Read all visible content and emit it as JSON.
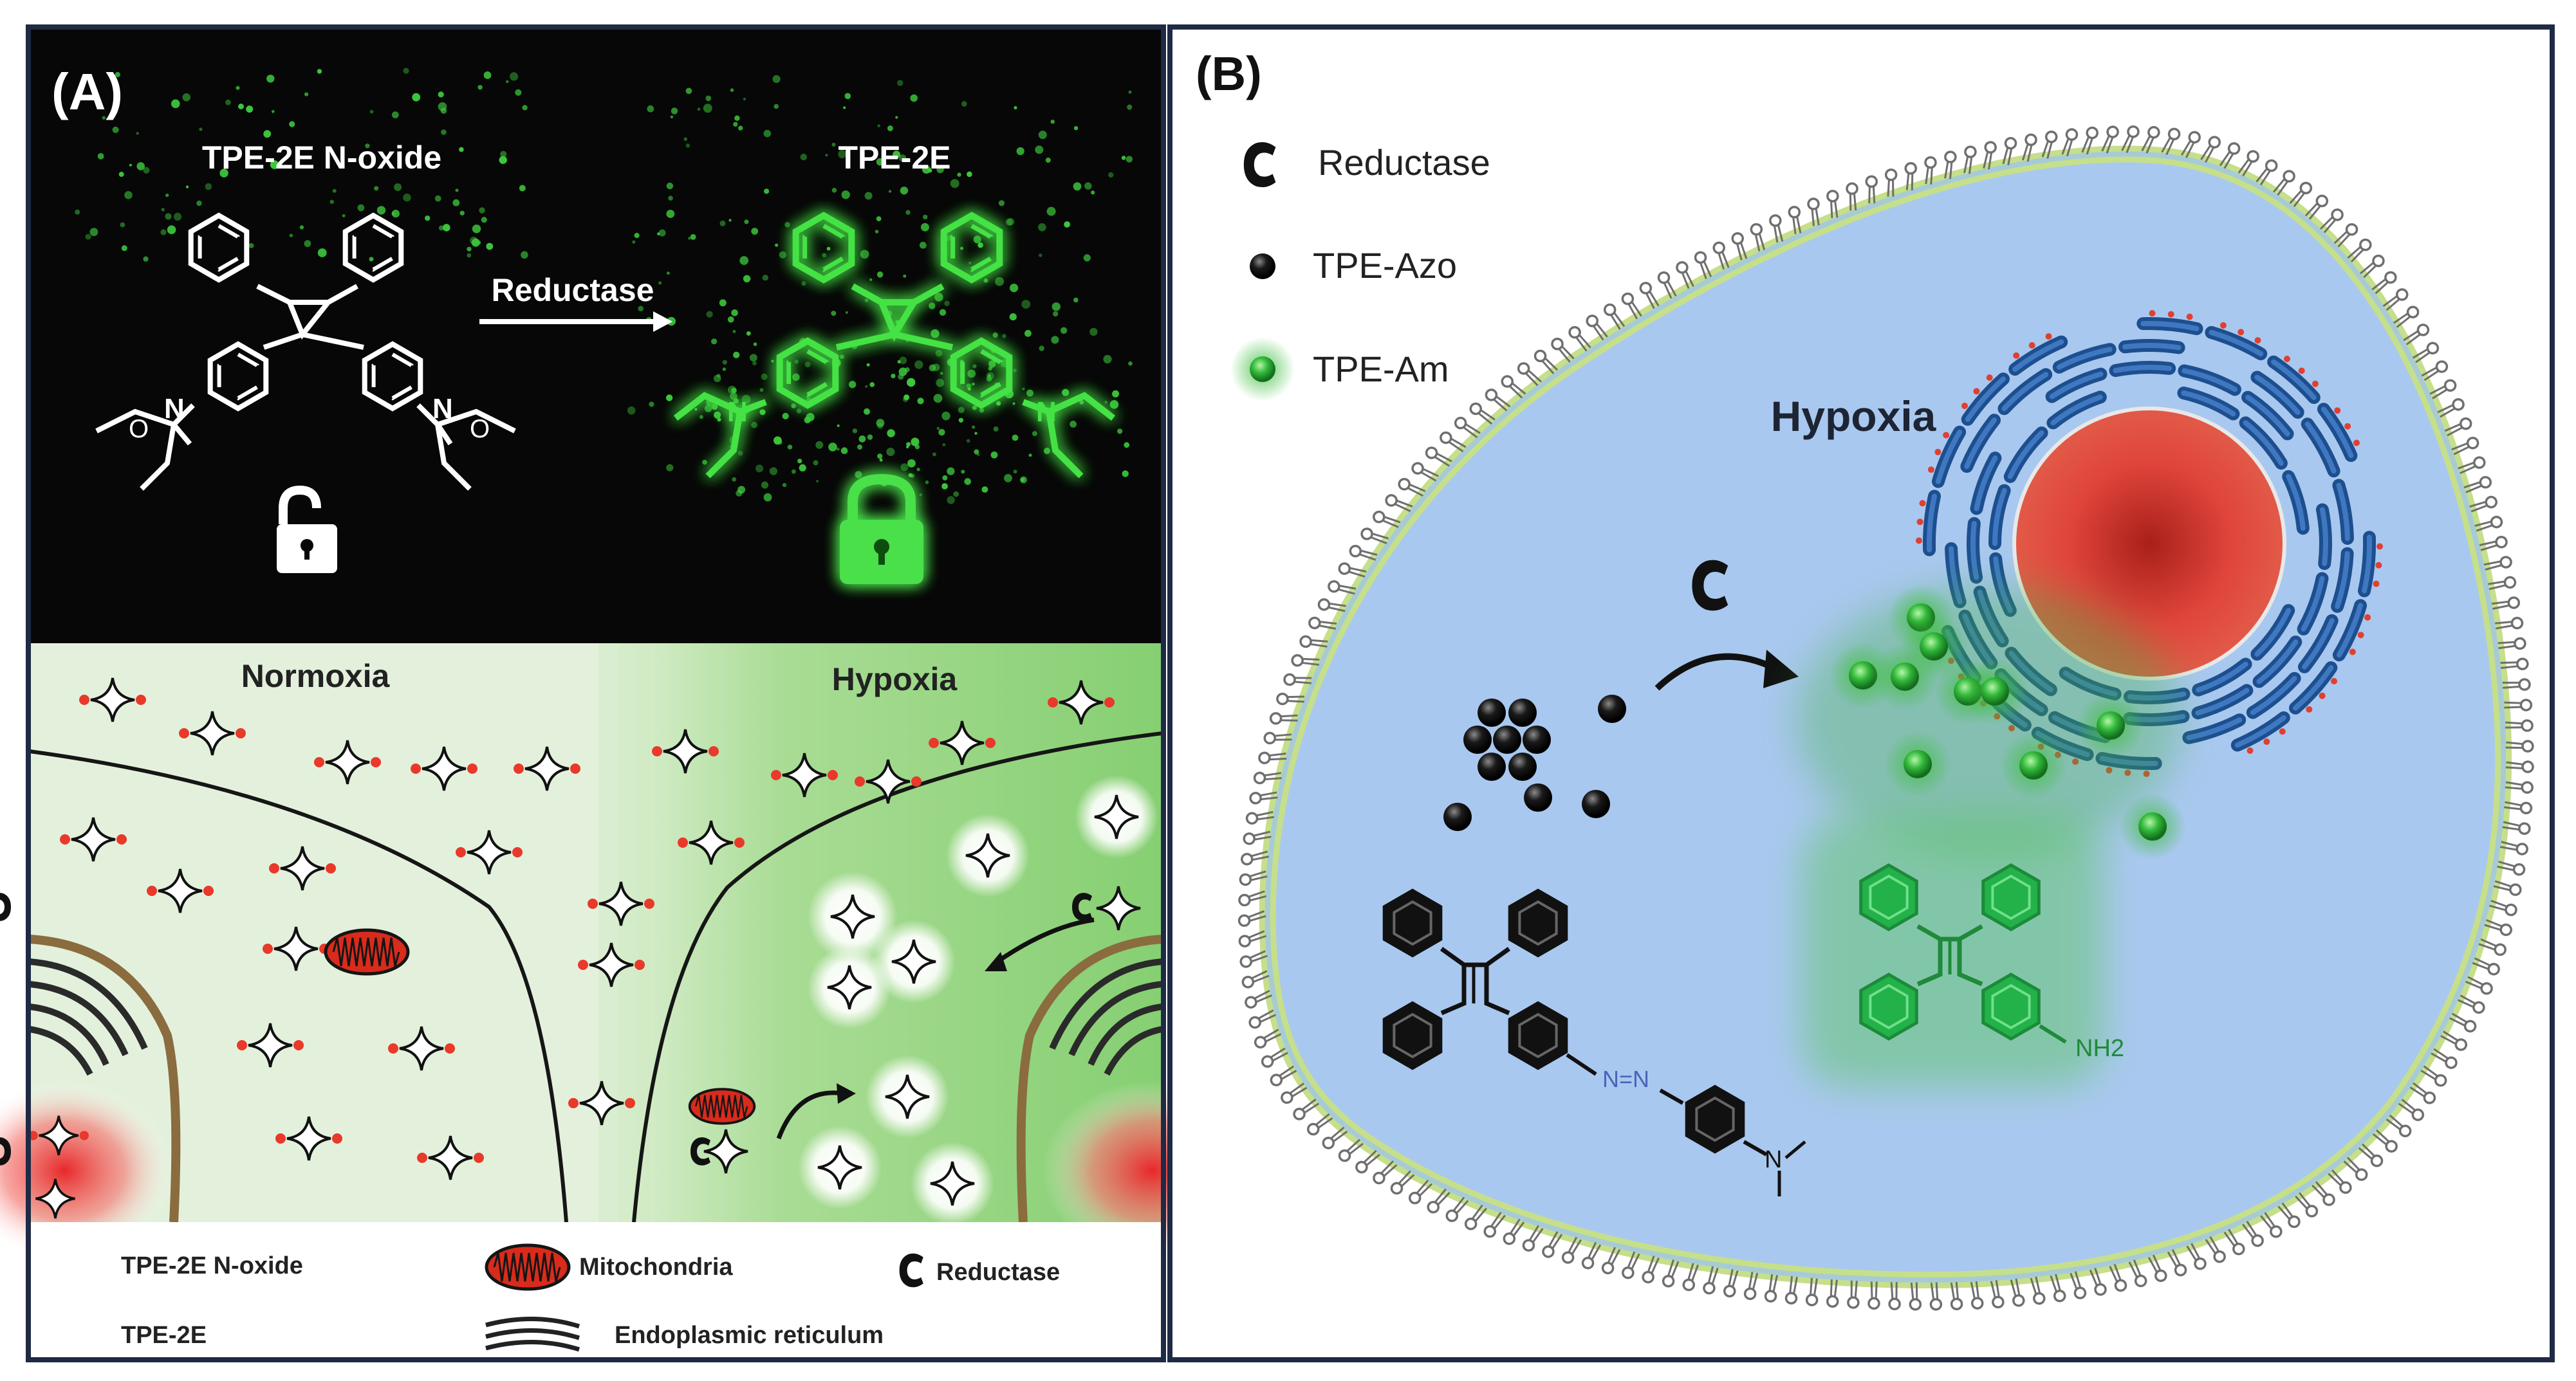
{
  "panel_a": {
    "label": "(A)",
    "top": {
      "left_compound": "TPE-2E N-oxide",
      "right_compound": "TPE-2E",
      "arrow_label": "Reductase"
    },
    "bottom": {
      "left_region": "Normoxia",
      "right_region": "Hypoxia"
    },
    "legend": {
      "n_oxide": "TPE-2E N-oxide",
      "tpe2e": "TPE-2E",
      "mitochondria": "Mitochondria",
      "er": "Endoplasmic reticulum",
      "reductase": "Reductase"
    }
  },
  "panel_b": {
    "label": "(B)",
    "legend": {
      "reductase": "Reductase",
      "tpe_azo": "TPE-Azo",
      "tpe_am": "TPE-Am"
    },
    "region_label": "Hypoxia",
    "nh2": "NH2",
    "n_label": "N",
    "azo_label": "N=N"
  },
  "colors": {
    "frame": "#1f2a44",
    "dark_bg": "#080808",
    "fluor_green": "#3ddc3d",
    "normoxia_bg": "#e3f1dc",
    "hypoxia_bg": "#8ed27c",
    "mito_red": "#e0301e",
    "nucleus_red": "#d63a2a",
    "cell_blue": "#a9c8ef",
    "membrane": "#7b7b7b",
    "er_blue": "#2b5c9a"
  }
}
